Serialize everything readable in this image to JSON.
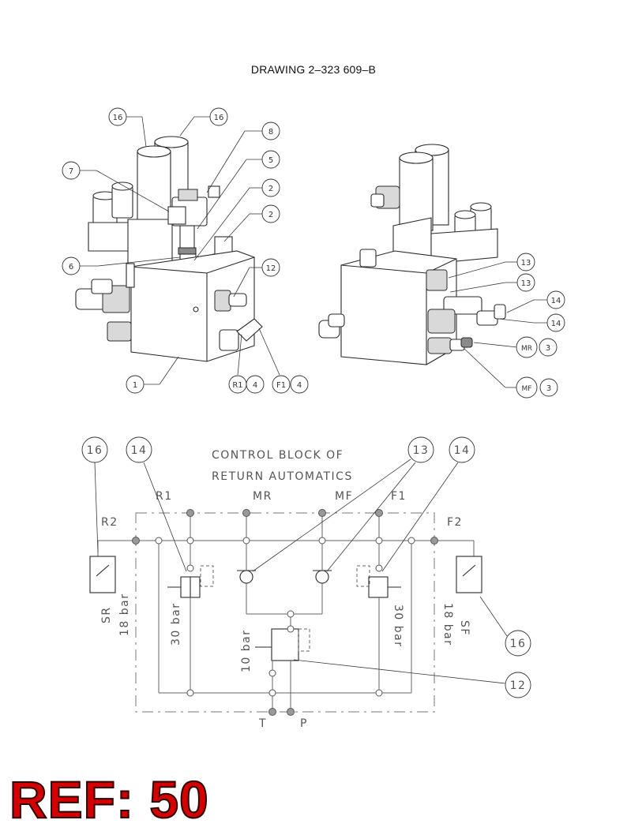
{
  "drawing_title": "DRAWING 2–323 609–B",
  "left_view_callouts": [
    "16",
    "16",
    "8",
    "5",
    "7",
    "2",
    "2",
    "6",
    "12",
    "1",
    "R1",
    "4",
    "F1",
    "4"
  ],
  "right_view_callouts": [
    "13",
    "13",
    "14",
    "14",
    "MR",
    "3",
    "MF",
    "3"
  ],
  "schematic": {
    "title_line1": "CONTROL BLOCK OF",
    "title_line2": "RETURN AUTOMATICS",
    "ports_top": [
      "R1",
      "MR",
      "MF",
      "F1"
    ],
    "ports_side": [
      "R2",
      "F2"
    ],
    "ports_bottom": [
      "T",
      "P"
    ],
    "labels": {
      "sr": "SR",
      "sf": "SF",
      "bar18_left": "18 bar",
      "bar18_right": "18 bar",
      "bar30_left": "30 bar",
      "bar30_right": "30 bar",
      "bar10": "10 bar"
    },
    "callouts": [
      "16",
      "14",
      "13",
      "14",
      "16",
      "12"
    ]
  },
  "ref_badge": "REF: 50"
}
